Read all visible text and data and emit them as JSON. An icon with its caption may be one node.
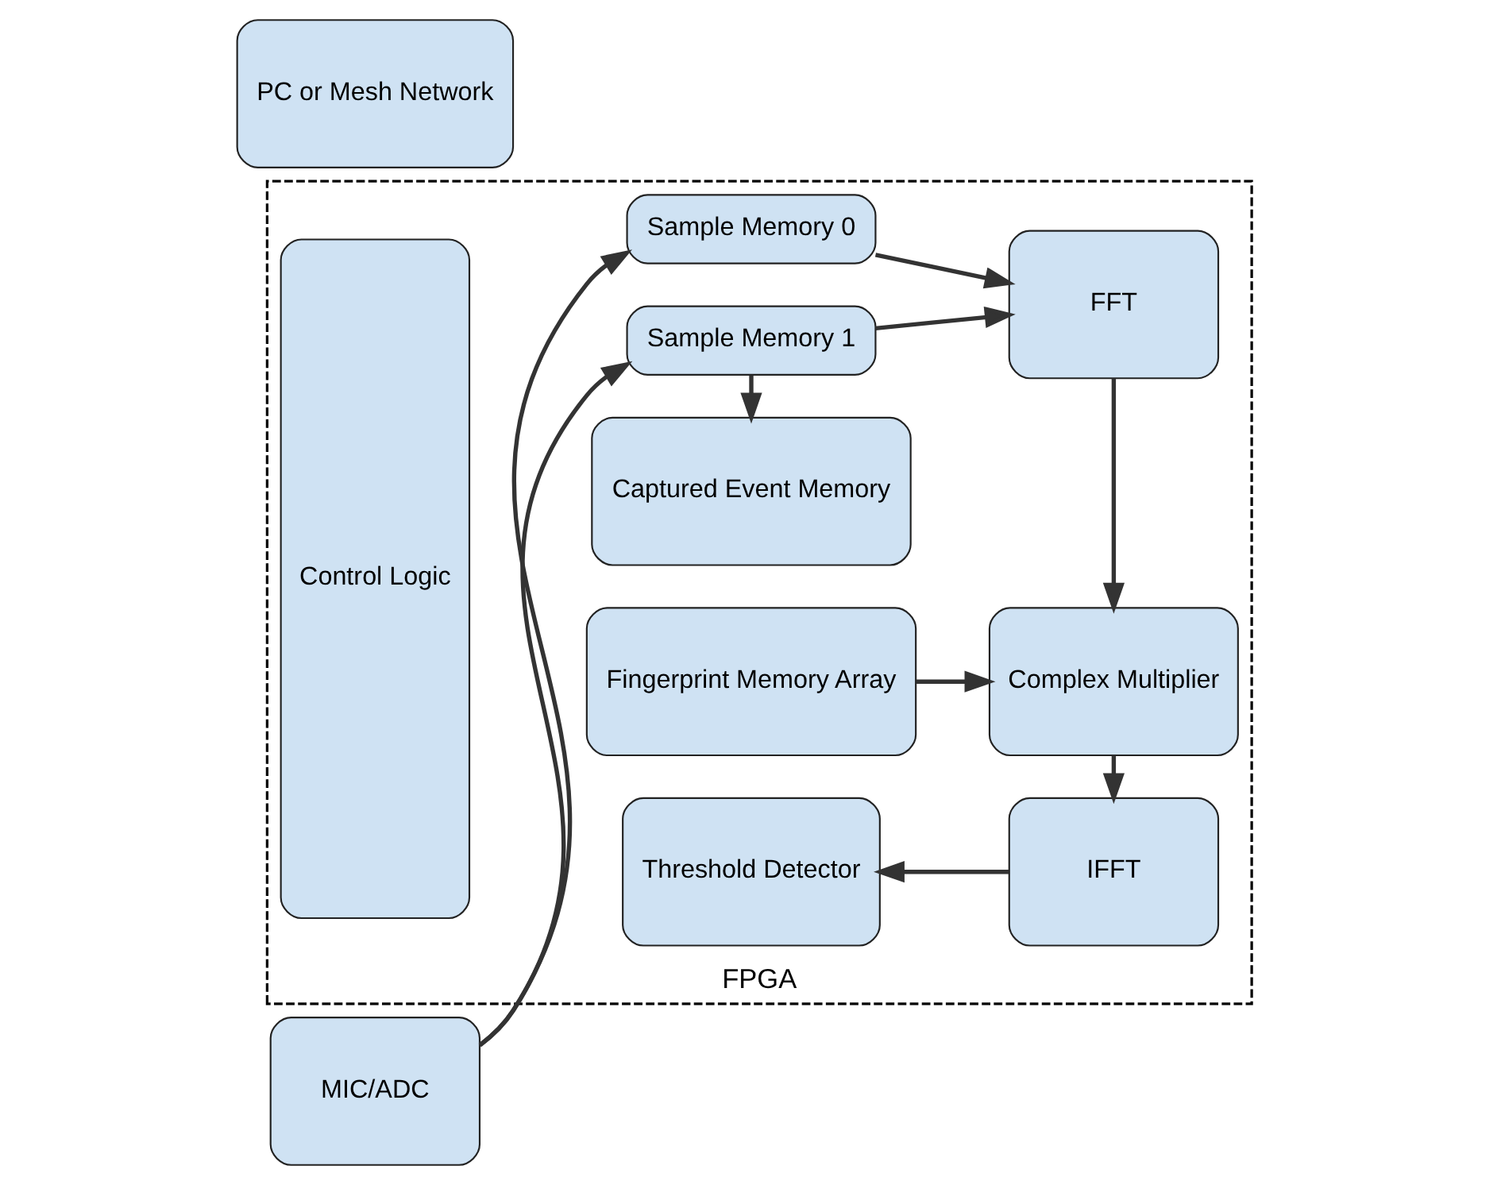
{
  "diagram": {
    "nodes": [
      {
        "text": [
          "FPGA"
        ]
      },
      {
        "text": [
          "MIC/ADC"
        ]
      },
      {
        "text": [
          "Sample Memory 0"
        ],
        "in": 0
      },
      {
        "text": [
          "Sample Memory 1"
        ],
        "in": 0
      },
      {
        "text": [
          "FFT"
        ],
        "in": 0
      },
      {
        "text": [
          "Control Logic"
        ],
        "in": 0
      },
      {
        "text": [
          "Captured Event Memory"
        ],
        "in": 0
      },
      {
        "text": [
          "Fingerprint Memory Array"
        ],
        "in": 0
      },
      {
        "text": [
          "Complex Multiplier"
        ],
        "in": 0
      },
      {
        "text": [
          "PC or Mesh Network"
        ]
      },
      {
        "text": [
          "Threshold Detector"
        ],
        "in": 0
      },
      {
        "text": [
          "IFFT"
        ],
        "in": 0
      }
    ],
    "edges": [
      {
        "from": 1,
        "to": 2,
        "arrow": "to"
      },
      {
        "from": 1,
        "to": 3,
        "arrow": "to"
      },
      {
        "from": 2,
        "to": 4,
        "arrow": "to"
      },
      {
        "from": 3,
        "to": 4,
        "arrow": "to"
      },
      {
        "from": 3,
        "to": 6,
        "arrow": "to"
      },
      {
        "from": 4,
        "to": 8,
        "arrow": "to"
      },
      {
        "from": 7,
        "to": 8,
        "arrow": "to"
      },
      {
        "from": 8,
        "to": 11,
        "arrow": "to"
      },
      {
        "from": 11,
        "to": 10,
        "arrow": "to"
      }
    ]
  }
}
